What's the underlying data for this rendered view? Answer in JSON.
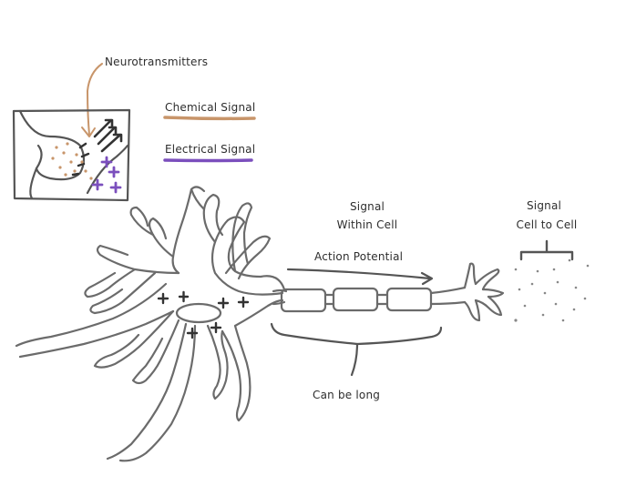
{
  "labels": {
    "neurotransmitters": "Neurotransmitters",
    "chemical_signal": "Chemical Signal",
    "electrical_signal": "Electrical Signal",
    "signal_within_cell_line1": "Signal",
    "signal_within_cell_line2": "Within Cell",
    "action_potential": "Action Potential",
    "signal_cell_to_cell_line1": "Signal",
    "signal_cell_to_cell_line2": "Cell to Cell",
    "can_be_long": "Can be long"
  },
  "colors": {
    "chemical": "#c8956a",
    "electrical": "#7b4fbd",
    "stroke": "#6b6b6b",
    "text": "#2e2e2e"
  }
}
